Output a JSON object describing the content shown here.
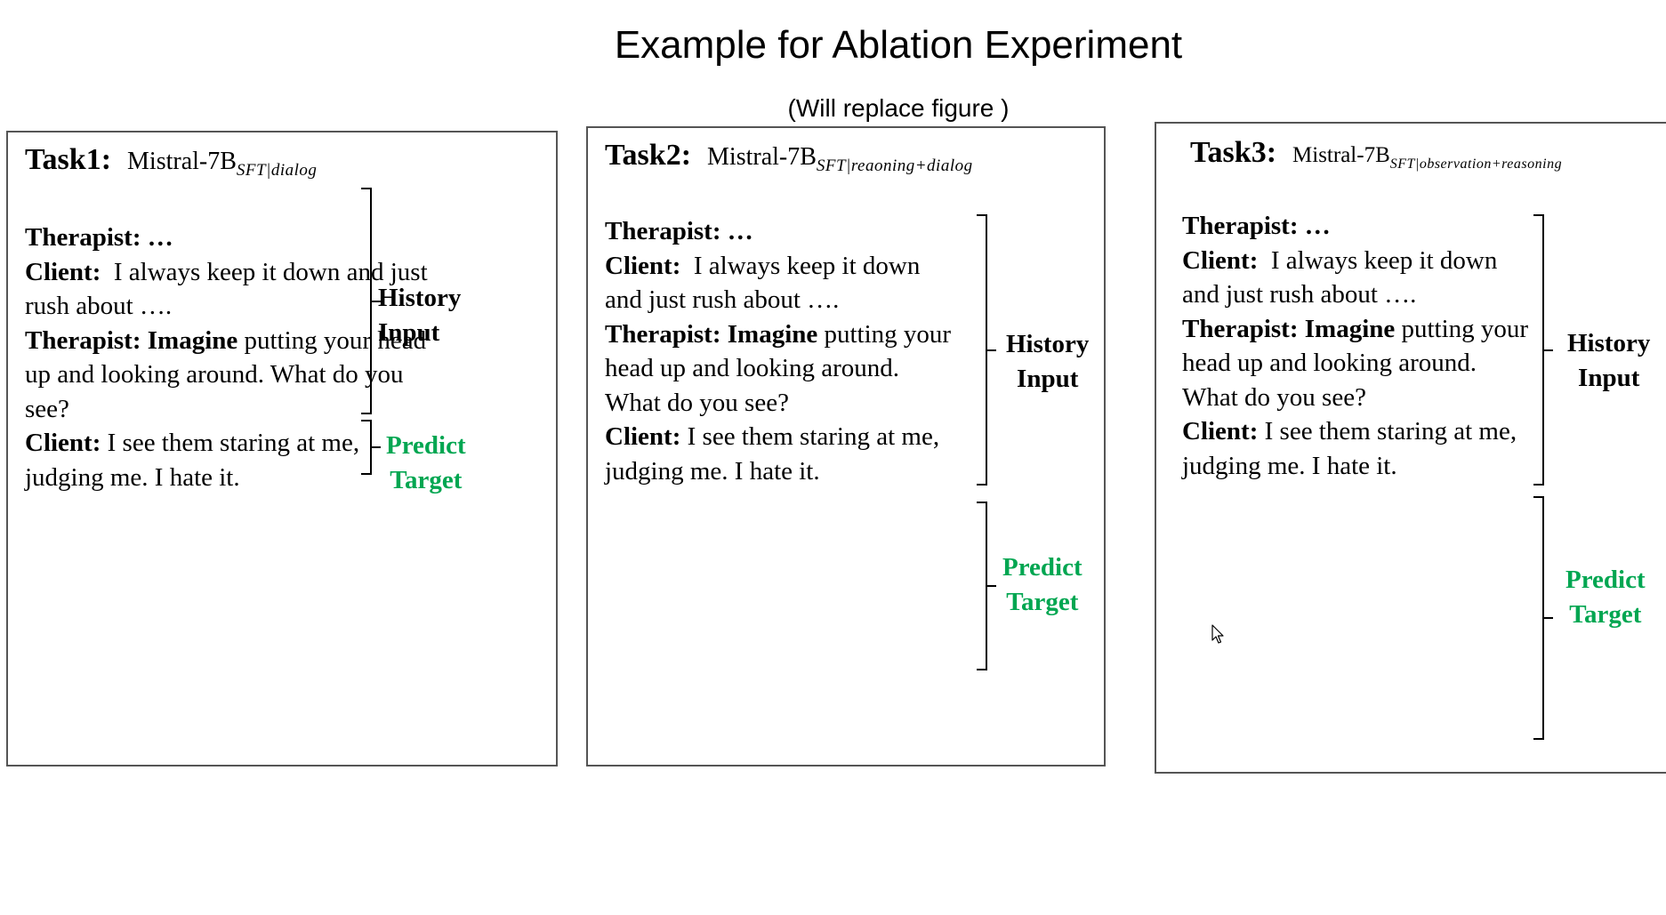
{
  "title": "Example for Ablation Experiment",
  "subtitle": "(Will replace figure  )",
  "panels": [
    {
      "task": "Task1:",
      "model": "Mistral-7B",
      "subscript": "SFT|dialog",
      "history_label": [
        "History",
        "Input"
      ],
      "predict_label": [
        "Predict",
        "Target"
      ]
    },
    {
      "task": "Task2:",
      "model": "Mistral-7B",
      "subscript": "SFT|reaoning+dialog",
      "history_label": [
        "History",
        "Input"
      ],
      "predict_label": [
        "Predict",
        "Target"
      ]
    },
    {
      "task": "Task3:",
      "model": "Mistral-7B",
      "subscript": "SFT|observation+reasoning",
      "history_label": [
        "History",
        "Input"
      ],
      "predict_label": [
        "Predict",
        "Target"
      ]
    }
  ],
  "dialog": {
    "therapist_1": "Therapist: …",
    "client_1_speaker": "Client:",
    "client_1_text": "I always keep it down and just rush about ….",
    "therapist_2_speaker": "Therapist: Imagine",
    "therapist_2_text": "putting your head up and looking around. What do you see?",
    "client_2_speaker": "Client:",
    "client_2_text": "I see them staring at me, judging me. I hate it."
  },
  "colors": {
    "predict": "#00a651",
    "text": "#000000",
    "border": "#555555"
  },
  "icons": [
    "mouse-cursor-icon"
  ]
}
